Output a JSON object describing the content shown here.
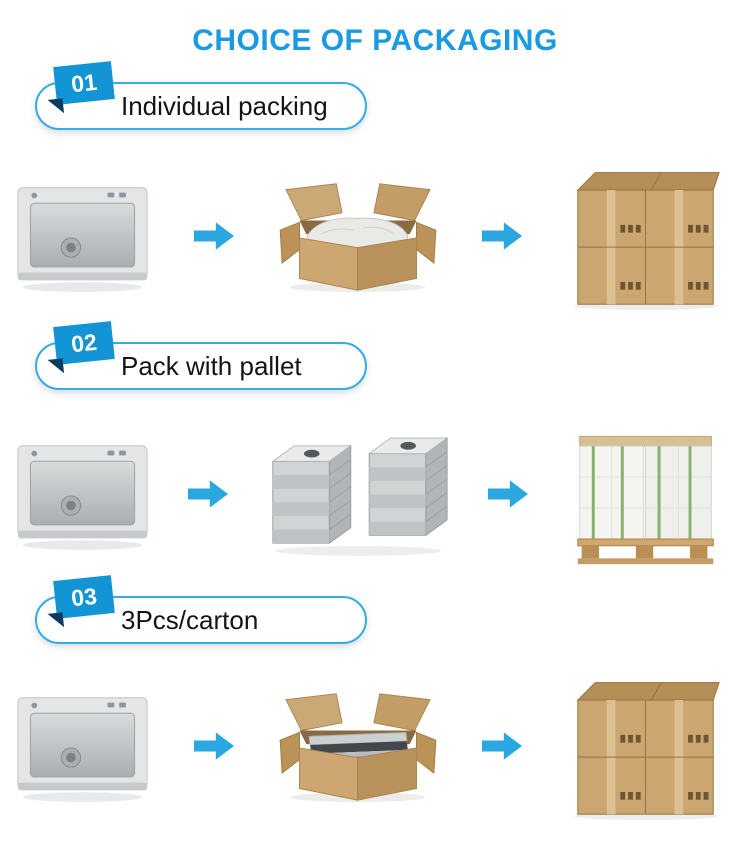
{
  "title": "CHOICE OF PACKAGING",
  "colors": {
    "accent_blue": "#1a9ae0",
    "badge_blue": "#1395d5",
    "badge_fold_navy": "#0d3a5f",
    "pill_border_blue": "#37ace2",
    "arrow_blue": "#2aa7df",
    "carton_tan": "#cca670",
    "strap_green": "#84b268"
  },
  "sections": [
    {
      "number": "01",
      "label": "Individual packing",
      "flow": [
        "sink-product-image",
        "arrow-right-icon",
        "open-carton-foam-image",
        "arrow-right-icon",
        "stacked-cartons-image"
      ]
    },
    {
      "number": "02",
      "label": "Pack with pallet",
      "flow": [
        "sink-product-image",
        "arrow-right-icon",
        "wrapped-sink-stacks-image",
        "arrow-right-icon",
        "wrapped-pallet-image"
      ]
    },
    {
      "number": "03",
      "label": "3Pcs/carton",
      "flow": [
        "sink-product-image",
        "arrow-right-icon",
        "open-carton-sinks-image",
        "arrow-right-icon",
        "stacked-cartons-image"
      ]
    }
  ]
}
